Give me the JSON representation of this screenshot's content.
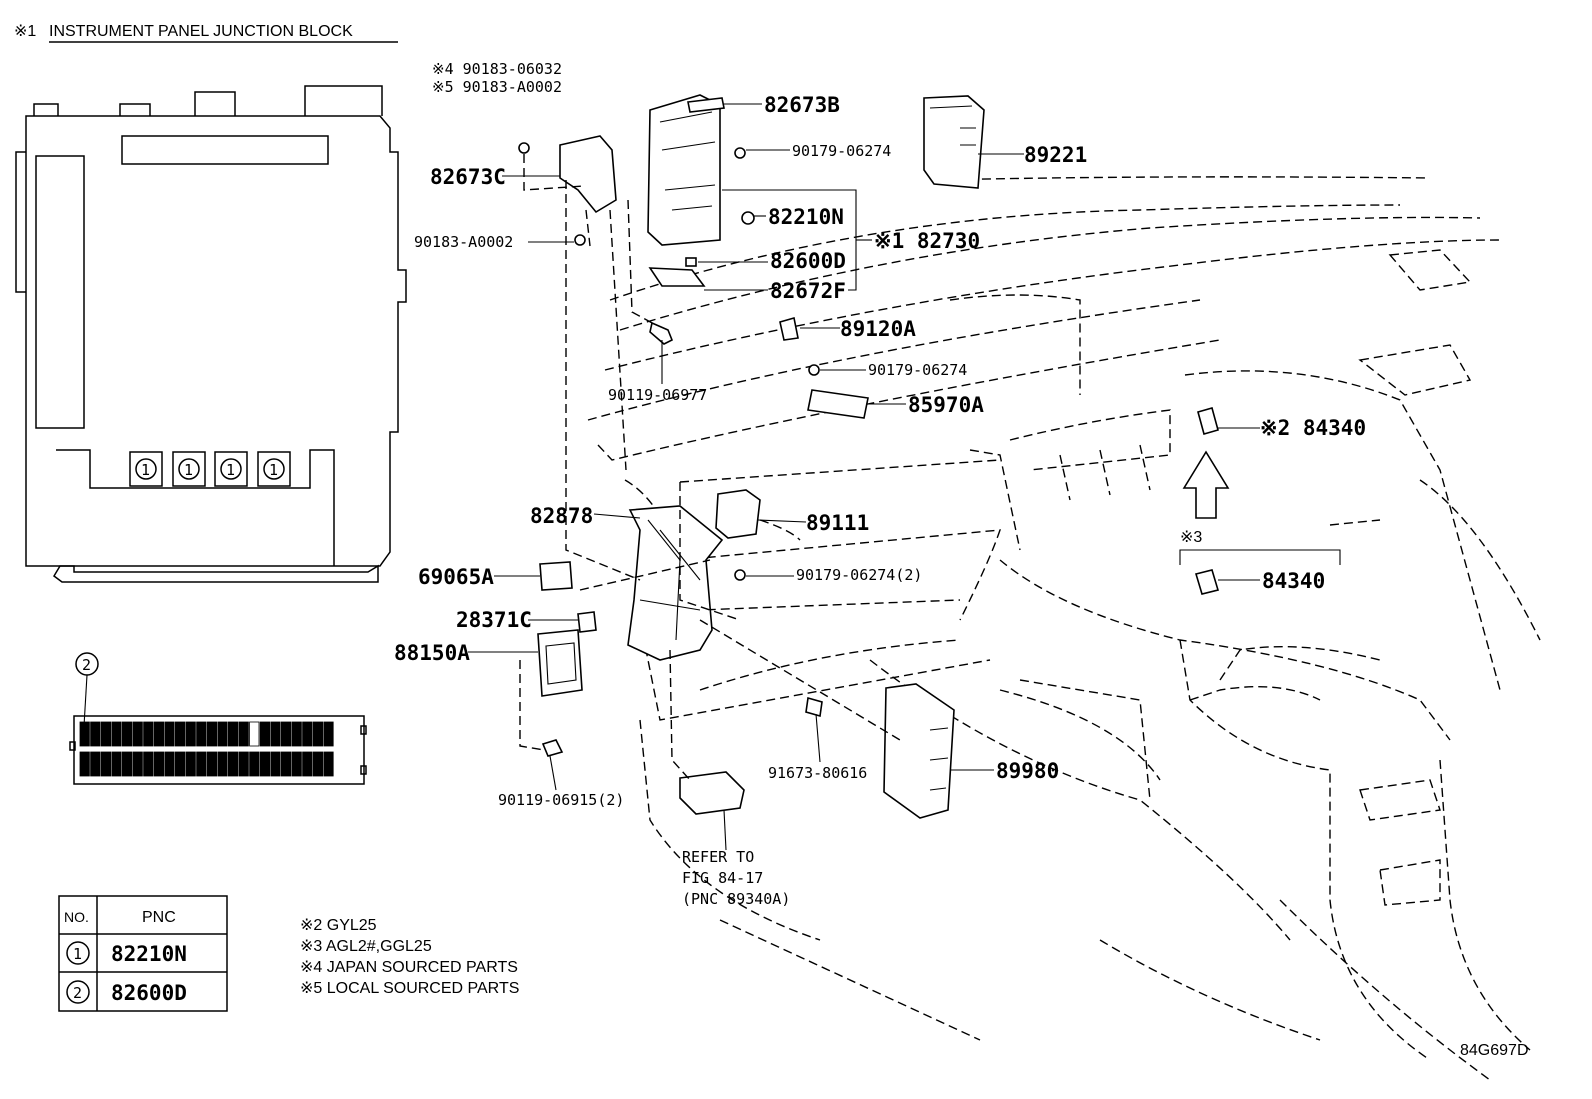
{
  "header": {
    "mark": "※1",
    "title": "INSTRUMENT PANEL JUNCTION BLOCK"
  },
  "figure_code": "84G697D",
  "callouts": {
    "c1": "1",
    "c2": "2"
  },
  "pnc_table": {
    "col_no": "NO.",
    "col_pnc": "PNC",
    "rows": [
      {
        "no": "1",
        "pnc": "82210N"
      },
      {
        "no": "2",
        "pnc": "82600D"
      }
    ]
  },
  "notes": [
    "※2  GYL25",
    "※3  AGL2#,GGL25",
    "※4  JAPAN SOURCED PARTS",
    "※5  LOCAL SOURCED PARTS"
  ],
  "part_labels": {
    "p90183_06032": "※4  90183-06032",
    "p90183_a0002_local": "※5  90183-A0002",
    "p82673b": "82673B",
    "p90179_06274_a": "90179-06274",
    "p89221": "89221",
    "p82673c": "82673C",
    "p82210n": "82210N",
    "p82730": "※1  82730",
    "p90183_a0002": "90183-A0002",
    "p82600d": "82600D",
    "p82672f": "82672F",
    "p89120a": "89120A",
    "p90179_06274_b": "90179-06274",
    "p90119_06977": "90119-06977",
    "p85970a": "85970A",
    "p84340_a": "※2  84340",
    "p82878": "82878",
    "p89111": "89111",
    "p69065a": "69065A",
    "p90179_06274_2": "90179-06274(2)",
    "p28371c": "28371C",
    "p88150a": "88150A",
    "p84340_mark": "※3",
    "p84340_b": "84340",
    "p91673_80616": "91673-80616",
    "p89980": "89980",
    "p90119_06915": "90119-06915(2)",
    "refer_1": "REFER  TO",
    "refer_2": "FIG  84-17",
    "refer_3": "(PNC  89340A)"
  }
}
